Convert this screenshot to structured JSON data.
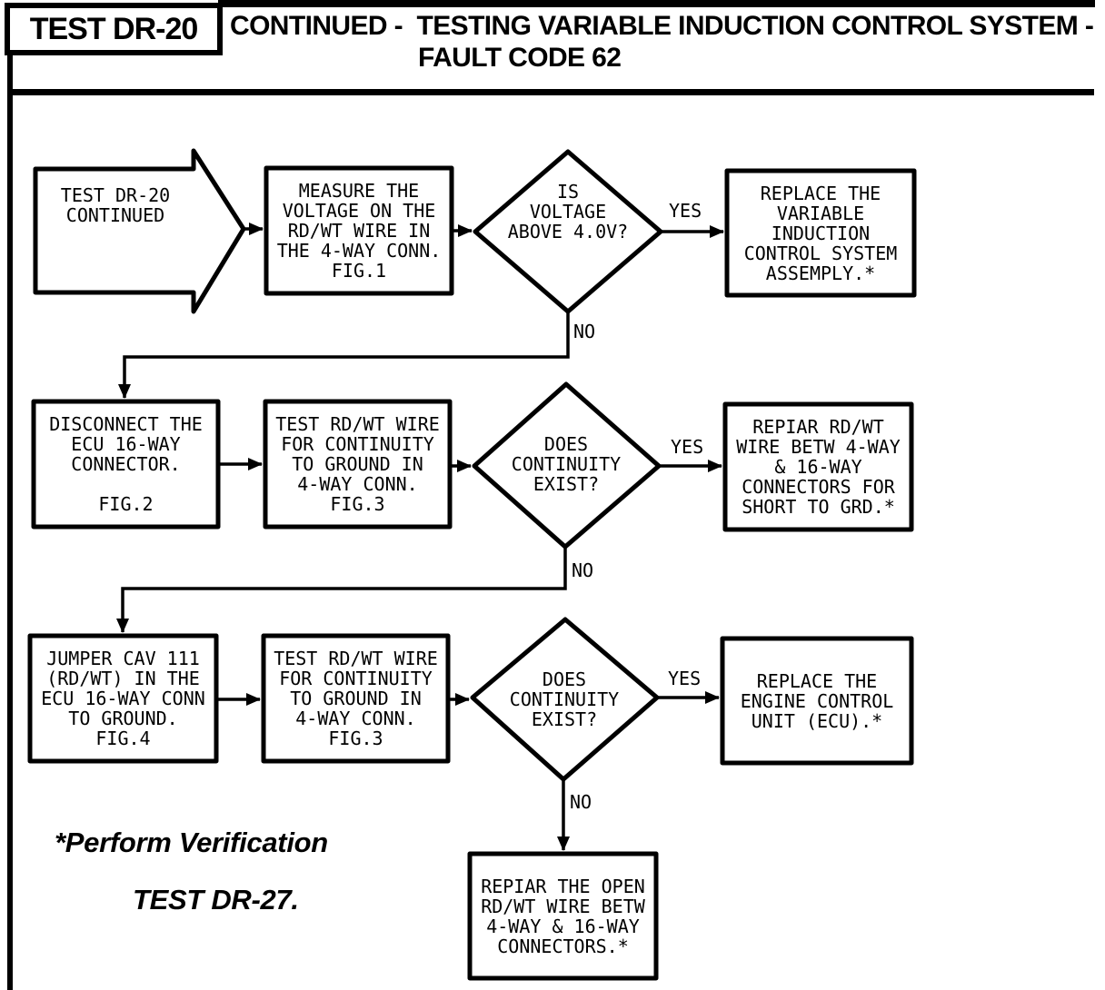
{
  "header": {
    "test_label": "TEST DR-20",
    "title_line1": "CONTINUED -  TESTING VARIABLE INDUCTION CONTROL SYSTEM -",
    "title_line2": "FAULT CODE 62"
  },
  "flowchart": {
    "start": "TEST DR-20\nCONTINUED",
    "nodes": {
      "measure_voltage": "MEASURE THE\nVOLTAGE ON THE\nRD/WT WIRE IN\nTHE 4-WAY CONN.\nFIG.1",
      "voltage_check": "IS\nVOLTAGE\nABOVE 4.0V?",
      "replace_vics": "REPLACE THE\nVARIABLE\nINDUCTION\nCONTROL SYSTEM\nASSEMPLY.*",
      "disconnect_ecu": "DISCONNECT THE\nECU 16-WAY\nCONNECTOR.\n\nFIG.2",
      "test_continuity_1": "TEST RD/WT WIRE\nFOR CONTINUITY\nTO GROUND IN\n4-WAY CONN.\nFIG.3",
      "continuity_check_1": "DOES\nCONTINUITY\nEXIST?",
      "repair_short": "REPIAR RD/WT\nWIRE BETW 4-WAY\n& 16-WAY\nCONNECTORS FOR\nSHORT TO GRD.*",
      "jumper_cav": "JUMPER CAV 111\n(RD/WT) IN THE\nECU 16-WAY CONN\nTO GROUND.\nFIG.4",
      "test_continuity_2": "TEST RD/WT WIRE\nFOR CONTINUITY\nTO GROUND IN\n4-WAY CONN.\nFIG.3",
      "continuity_check_2": "DOES\nCONTINUITY\nEXIST?",
      "replace_ecu": "REPLACE THE\nENGINE CONTROL\nUNIT (ECU).*",
      "repair_open": "REPIAR THE OPEN\nRD/WT WIRE BETW\n4-WAY & 16-WAY\nCONNECTORS.*"
    },
    "labels": {
      "yes1": "YES",
      "no1": "NO",
      "yes2": "YES",
      "no2": "NO",
      "yes3": "YES",
      "no3": "NO"
    }
  },
  "footnote": {
    "line1": "*Perform Verification",
    "line2": "TEST DR-27."
  },
  "colors": {
    "ink": "#000000",
    "paper": "#ffffff"
  }
}
